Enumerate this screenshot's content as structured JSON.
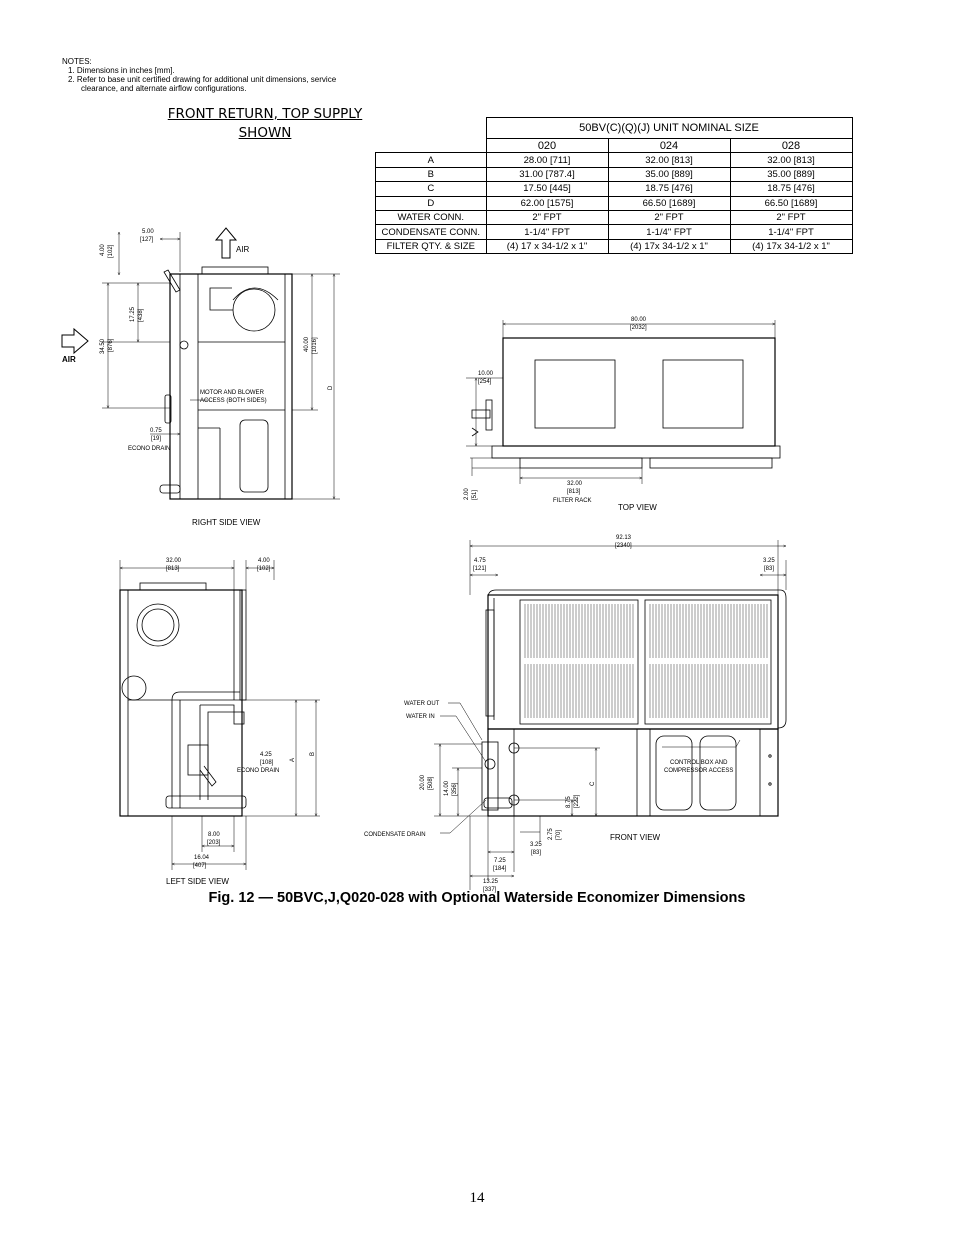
{
  "notes": {
    "heading": "NOTES:",
    "items": [
      "1.  Dimensions in inches [mm].",
      "2.  Refer to base unit certified drawing for additional unit dimensions, service",
      "clearance, and alternate airflow configurations."
    ]
  },
  "banner": {
    "line1": "FRONT RETURN, TOP SUPPLY",
    "line2": "SHOWN"
  },
  "table": {
    "title": "50BV(C)(Q)(J)  UNIT  NOMINAL  SIZE",
    "sizes": [
      "020",
      "024",
      "028"
    ],
    "rows": [
      {
        "label": "A",
        "values": [
          "28.00 [711]",
          "32.00 [813]",
          "32.00 [813]"
        ]
      },
      {
        "label": "B",
        "values": [
          "31.00 [787.4]",
          "35.00 [889]",
          "35.00 [889]"
        ]
      },
      {
        "label": "C",
        "values": [
          "17.50 [445]",
          "18.75 [476]",
          "18.75 [476]"
        ]
      },
      {
        "label": "D",
        "values": [
          "62.00 [1575]",
          "66.50 [1689]",
          "66.50 [1689]"
        ]
      },
      {
        "label": "WATER CONN.",
        "values": [
          "2\" FPT",
          "2\" FPT",
          "2\" FPT"
        ]
      },
      {
        "label": "CONDENSATE CONN.",
        "values": [
          "1-1/4\" FPT",
          "1-1/4\" FPT",
          "1-1/4\" FPT"
        ]
      },
      {
        "label": "FILTER QTY. & SIZE",
        "values": [
          "(4)  17 x 34-1/2 x 1\"",
          "(4)  17x 34-1/2 x 1\"",
          "(4)  17x 34-1/2 x 1\""
        ]
      }
    ]
  },
  "views": {
    "right_side": {
      "title": "RIGHT SIDE VIEW",
      "air_top": "AIR",
      "air_side": "AIR",
      "motor_note_1": "MOTOR AND BLOWER",
      "motor_note_2": "ACCESS (BOTH SIDES)",
      "econo_drain": "ECONO DRAIN",
      "dims": {
        "d500": "5.00",
        "d500mm": "[127]",
        "d400": "4.00",
        "d400mm": "[102]",
        "d1725": "17.25",
        "d1725mm": "[438]",
        "d3450": "34.50",
        "d3450mm": "[876]",
        "d4000": "40.00",
        "d4000mm": "[1016]",
        "d075": "0.75",
        "d075mm": "[19]",
        "dD": "D"
      }
    },
    "top": {
      "title": "TOP VIEW",
      "filter_rack": "FILTER RACK",
      "dims": {
        "d8000": "80.00",
        "d8000mm": "[2032]",
        "d1000": "10.00",
        "d1000mm": "[254]",
        "d3200": "32.00",
        "d3200mm": "[813]",
        "d200": "2.00",
        "d200mm": "[51]"
      }
    },
    "left_side": {
      "title": "LEFT SIDE VIEW",
      "econo_drain": "ECONO DRAIN",
      "dims": {
        "d3200": "32.00",
        "d3200mm": "[813]",
        "d400": "4.00",
        "d400mm": "[102]",
        "d425": "4.25",
        "d425mm": "[108]",
        "d800": "8.00",
        "d800mm": "[203]",
        "d1604": "16.04",
        "d1604mm": "[407]",
        "dA": "A",
        "dB": "B"
      }
    },
    "front": {
      "title": "FRONT VIEW",
      "water_out": "WATER OUT",
      "water_in": "WATER IN",
      "condensate_drain": "CONDENSATE DRAIN",
      "control_box_1": "CONTROL BOX AND",
      "control_box_2": "COMPRESSOR ACCESS",
      "dims": {
        "d9213": "92.13",
        "d9213mm": "[2340]",
        "d475": "4.75",
        "d475mm": "[121]",
        "d325": "3.25",
        "d325mm": "[83]",
        "d2000": "20.00",
        "d2000mm": "[508]",
        "d1400": "14.00",
        "d1400mm": "[356]",
        "d875": "8.75",
        "d875mm": "[222]",
        "d275": "2.75",
        "d275mm": "[70]",
        "d325b": "3.25",
        "d325bmm": "[83]",
        "d725": "7.25",
        "d725mm": "[184]",
        "d1325": "13.25",
        "d1325mm": "[337]",
        "dC": "C"
      }
    }
  },
  "figure_caption": "Fig. 12 — 50BVC,J,Q020-028 with Optional Waterside Economizer Dimensions",
  "page_number": "14"
}
